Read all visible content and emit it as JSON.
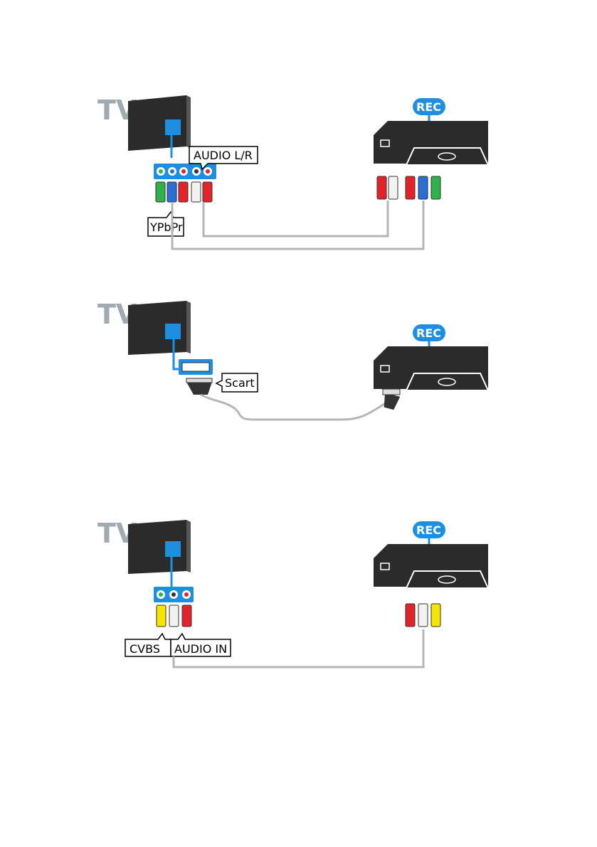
{
  "colors": {
    "tv_label": "#a0aab0",
    "screen": "#2b2b2b",
    "port_blue": "#1e8fe0",
    "cable": "#b5b5b5",
    "green": "#2db34a",
    "blue": "#2a6fd6",
    "red": "#e2232a",
    "white": "#f2f2f2",
    "yellow": "#f5e500",
    "recorder": "#2b2b2b"
  },
  "diagrams": [
    {
      "tv_label": "TV",
      "rec_label": "REC",
      "labels": {
        "audio": "AUDIO L/R",
        "video": "YPbPr"
      }
    },
    {
      "tv_label": "TV",
      "rec_label": "REC",
      "labels": {
        "scart": "Scart"
      }
    },
    {
      "tv_label": "TV",
      "rec_label": "REC",
      "labels": {
        "video": "CVBS",
        "audio": "AUDIO IN"
      }
    }
  ]
}
